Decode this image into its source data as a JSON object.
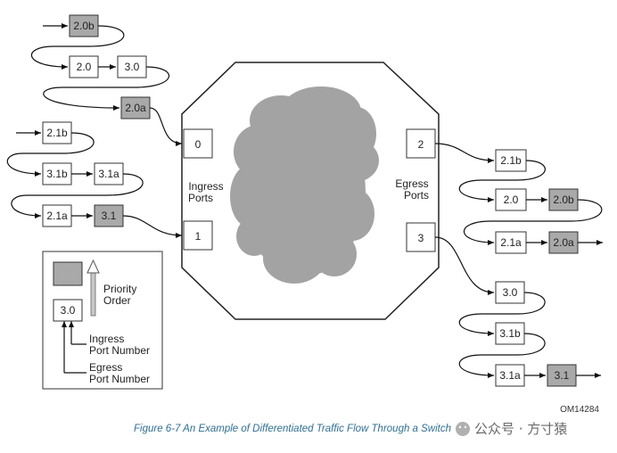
{
  "packets": {
    "p20b_in": "2.0b",
    "p20_in": "2.0",
    "p30_in": "3.0",
    "p20a_in": "2.0a",
    "p21b_in": "2.1b",
    "p31b_in": "3.1b",
    "p31a_in": "3.1a",
    "p21a_in": "2.1a",
    "p31_in": "3.1",
    "p21b_out": "2.1b",
    "p20_out": "2.0",
    "p20b_out": "2.0b",
    "p21a_out": "2.1a",
    "p20a_out": "2.0a",
    "p30_out": "3.0",
    "p31b_out": "3.1b",
    "p31a_out": "3.1a",
    "p31_out": "3.1"
  },
  "switch": {
    "ports": {
      "p0": "0",
      "p1": "1",
      "p2": "2",
      "p3": "3"
    },
    "ingress_line1": "Ingress",
    "ingress_line2": "Ports",
    "egress_line1": "Egress",
    "egress_line2": "Ports"
  },
  "legend": {
    "sample": "3.0",
    "priority_line1": "Priority",
    "priority_line2": "Order",
    "ingress_line1": "Ingress",
    "ingress_line2": "Port Number",
    "egress_line1": "Egress",
    "egress_line2": "Port Number"
  },
  "figure_id": "OM14284",
  "caption": "Figure  6-7 An Example of Differentiated Traffic Flow Through a Switch",
  "watermark": "公众号 · 方寸猿",
  "colors": {
    "high_priority": "#a9a9a9",
    "cloud": "#a3a3a3",
    "caption": "#2f6f95"
  }
}
